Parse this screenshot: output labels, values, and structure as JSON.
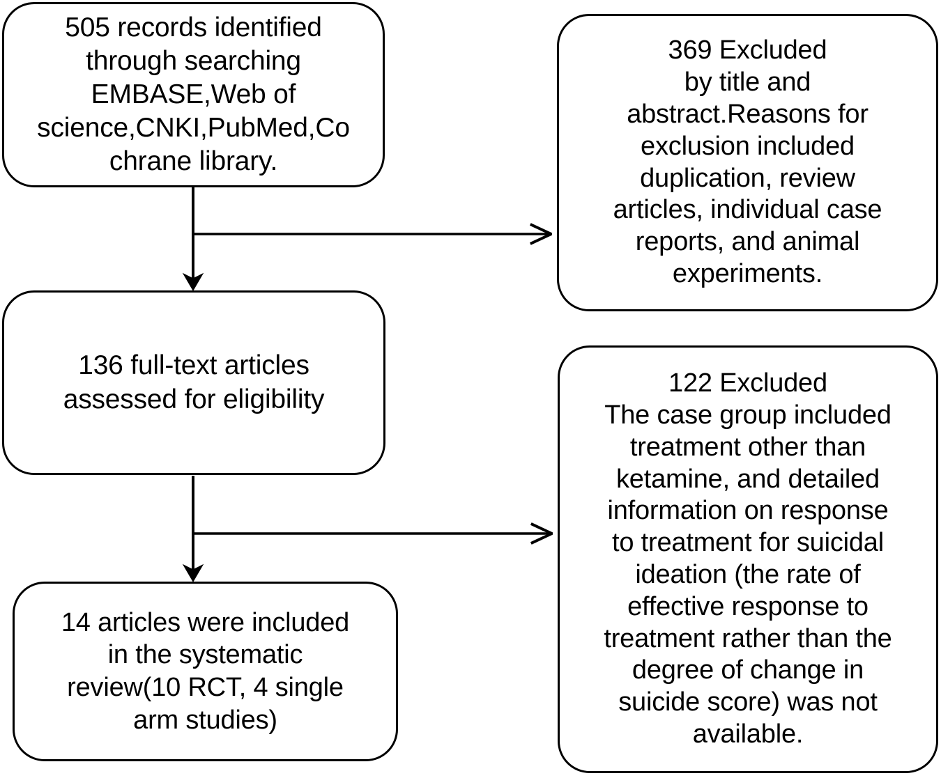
{
  "diagram": {
    "type": "prisma-flow-diagram",
    "stroke_color": "#000000",
    "background_color": "#ffffff",
    "nodes": {
      "identified": {
        "label": "505 records identified through searching EMBASE,Web of science,CNKI,PubMed,Cochrane library.",
        "text": "505 records identified\nthrough searching\nEMBASE,Web of\nscience,CNKI,PubMed,Co\nchrane library.",
        "count": 505
      },
      "excluded_title_abstract": {
        "label": "369 Excluded by title and abstract",
        "text": "369 Excluded\nby title and\nabstract.Reasons for\nexclusion included\nduplication, review\narticles, individual case\nreports, and animal\nexperiments.",
        "count": 369
      },
      "fulltext_assessed": {
        "label": "136 full-text articles assessed for eligibility",
        "text": "136 full-text articles\nassessed for eligibility",
        "count": 136
      },
      "excluded_case_group": {
        "label": "122 Excluded",
        "text": "122 Excluded\nThe case group included\ntreatment other than\nketamine, and detailed\ninformation on response\nto treatment for suicidal\nideation (the rate of\neffective response to\ntreatment rather than the\ndegree of change in\nsuicide score) was not\navailable.",
        "count": 122
      },
      "included": {
        "label": "14 articles were included in the systematic review",
        "text": "14 articles were included\nin the systematic\nreview(10 RCT, 4 single\narm studies)",
        "count": 14
      }
    },
    "edges": [
      {
        "name": "identified-to-fulltext",
        "from": "identified",
        "to": "fulltext_assessed",
        "style": "vertical-arrow"
      },
      {
        "name": "identified-to-excluded-title",
        "from": "identified",
        "to": "excluded_title_abstract",
        "style": "horizontal-arrow"
      },
      {
        "name": "fulltext-to-included",
        "from": "fulltext_assessed",
        "to": "included",
        "style": "vertical-arrow"
      },
      {
        "name": "fulltext-to-excluded-case",
        "from": "fulltext_assessed",
        "to": "excluded_case_group",
        "style": "horizontal-arrow"
      }
    ]
  }
}
